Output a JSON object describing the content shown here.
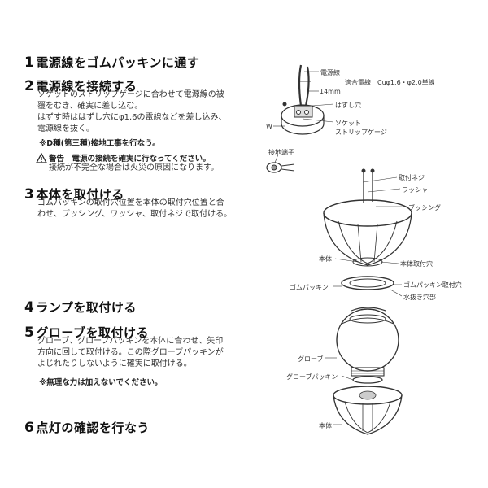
{
  "steps": [
    {
      "num": "1",
      "title": "電源線をゴムパッキンに通す"
    },
    {
      "num": "2",
      "title": "電源線を接続する",
      "lines": [
        "ソケットのストリップゲージに合わせて電源線の被",
        "覆をむき、確実に差し込む。",
        "はずす時ははずし穴にφ1.6の電線などを差し込み、",
        "電源線を抜く。"
      ],
      "note": "※D種(第三種)接地工事を行なう。",
      "warning_title": "警告　電源の接続を確実に行なってください。",
      "warning_text": "接続が不完全な場合は火災の原因になります。"
    },
    {
      "num": "3",
      "title": "本体を取付ける",
      "lines": [
        "ゴムパッキンの取付穴位置を本体の取付穴位置と合",
        "わせ、ブッシング、ワッシャ、取付ネジで取付ける。"
      ]
    },
    {
      "num": "4",
      "title": "ランプを取付ける"
    },
    {
      "num": "5",
      "title": "グローブを取付ける",
      "lines": [
        "グローブ、グローブパッキンを本体に合わせ、矢印",
        "方向に回して取付ける。この際グローブパッキンが",
        "よじれたりしないように確実に取付ける。"
      ],
      "note": "※無理な力は加えないでください。"
    },
    {
      "num": "6",
      "title": "点灯の確認を行なう"
    }
  ],
  "labels": {
    "power_wire": "電源線",
    "wire_spec": "適合電線　Cuφ1.6・φ2.0単線",
    "strip_length": "14mm",
    "release_hole": "はずし穴",
    "w_mark": "W",
    "socket": "ソケット",
    "strip_gauge": "ストリップゲージ",
    "ground_terminal": "接地端子",
    "mount_screw": "取付ネジ",
    "washer": "ワッシャ",
    "bushing": "ブッシング",
    "body": "本体",
    "body_hole": "本体取付穴",
    "rubber_packing": "ゴムパッキン",
    "packing_hole": "ゴムパッキン取付穴",
    "drain_hole": "水抜き穴部",
    "globe": "グローブ",
    "globe_packing": "グローブパッキン",
    "body2": "本体"
  }
}
